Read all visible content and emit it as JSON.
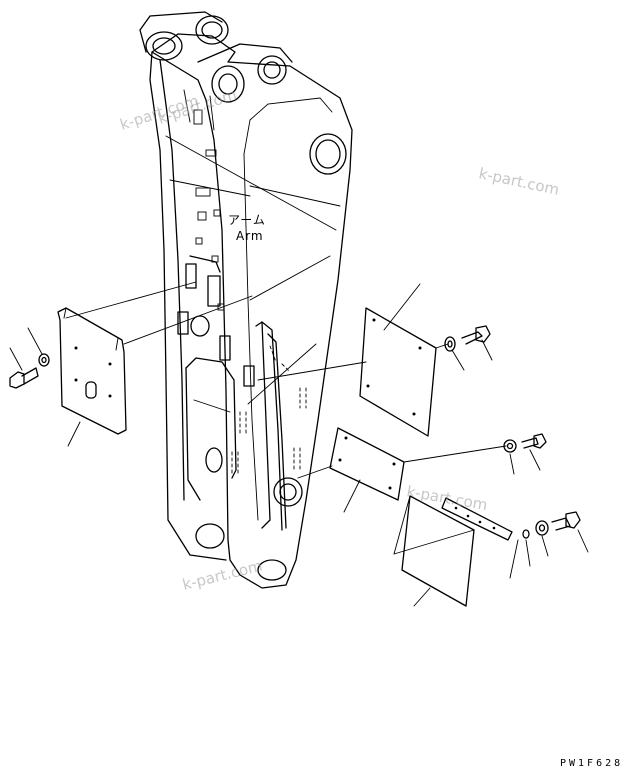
{
  "diagram": {
    "label_jp": "アーム",
    "label_en": "Arm",
    "drawing_code": "PW1F628",
    "watermarks": [
      "k-part.com",
      "k-part.com",
      "k-part.com",
      "k-part.com",
      "k-part.com"
    ]
  }
}
